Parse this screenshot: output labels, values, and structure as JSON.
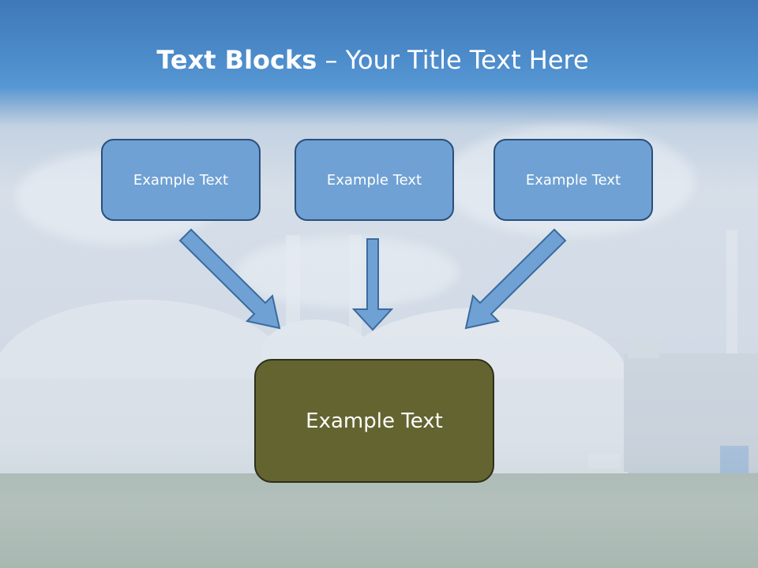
{
  "slide": {
    "title_bold": "Text Blocks",
    "title_rest": " – Your Title Text Here"
  },
  "top_boxes": [
    {
      "label": "Example Text"
    },
    {
      "label": "Example Text"
    },
    {
      "label": "Example Text"
    }
  ],
  "bottom_box": {
    "label": "Example Text"
  },
  "colors": {
    "top_box_fill": "#6fa1d4",
    "top_box_border": "#2a4f7a",
    "arrow_fill": "#6fa1d4",
    "bottom_box_fill": "#646431",
    "header_band": "#4a88c8"
  }
}
